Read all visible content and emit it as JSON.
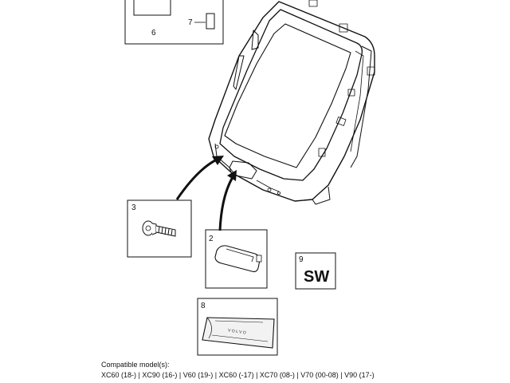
{
  "callouts": {
    "c2": "2",
    "c3": "3",
    "c6": "6",
    "c7": "7",
    "c8": "8",
    "c9": "9"
  },
  "software_badge": "SW",
  "kit_brand": "VOLVO",
  "caption": {
    "heading": "Compatible model(s):",
    "models": "XC60 (18-) | XC90 (16-) | V60 (19-) | XC60 (-17) | XC70 (08-) | V70 (00-08) | V90 (17-)"
  }
}
